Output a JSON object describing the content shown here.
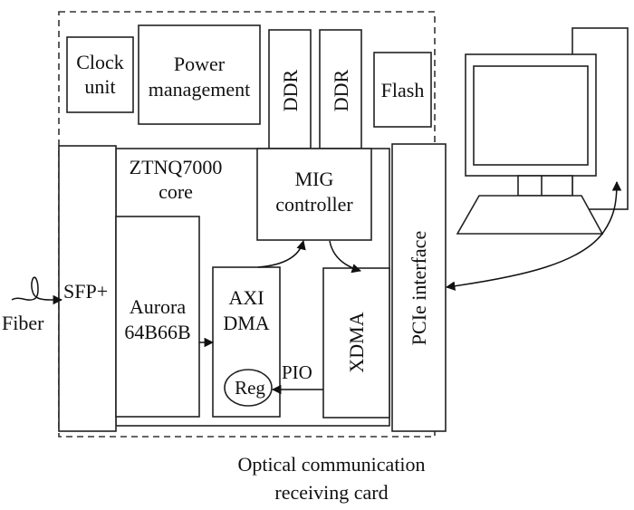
{
  "diagram": {
    "caption": [
      "Optical communication",
      "receiving card"
    ],
    "blocks": {
      "clock_unit": [
        "Clock",
        "unit"
      ],
      "power_management": [
        "Power",
        "management"
      ],
      "ddr_1": "DDR",
      "ddr_2": "DDR",
      "flash": "Flash",
      "sfp": "SFP+",
      "core": [
        "ZTNQ7000",
        "core"
      ],
      "mig": [
        "MIG",
        "controller"
      ],
      "aurora": [
        "Aurora",
        "64B66B"
      ],
      "axi_dma": [
        "AXI",
        "DMA"
      ],
      "reg": "Reg",
      "xdma": "XDMA",
      "pcie": "PCIe interface"
    },
    "labels": {
      "fiber": "Fiber",
      "pio": "PIO"
    },
    "connections": [
      {
        "from": "fiber",
        "to": "sfp"
      },
      {
        "from": "aurora",
        "to": "axi_dma"
      },
      {
        "from": "axi_dma",
        "to": "mig"
      },
      {
        "from": "mig",
        "to": "xdma"
      },
      {
        "from": "xdma",
        "to": "reg",
        "label": "PIO"
      },
      {
        "from": "computer",
        "to": "pcie",
        "bidirectional": true
      }
    ],
    "colors": {
      "stroke": "#222222",
      "background": "#ffffff"
    }
  }
}
